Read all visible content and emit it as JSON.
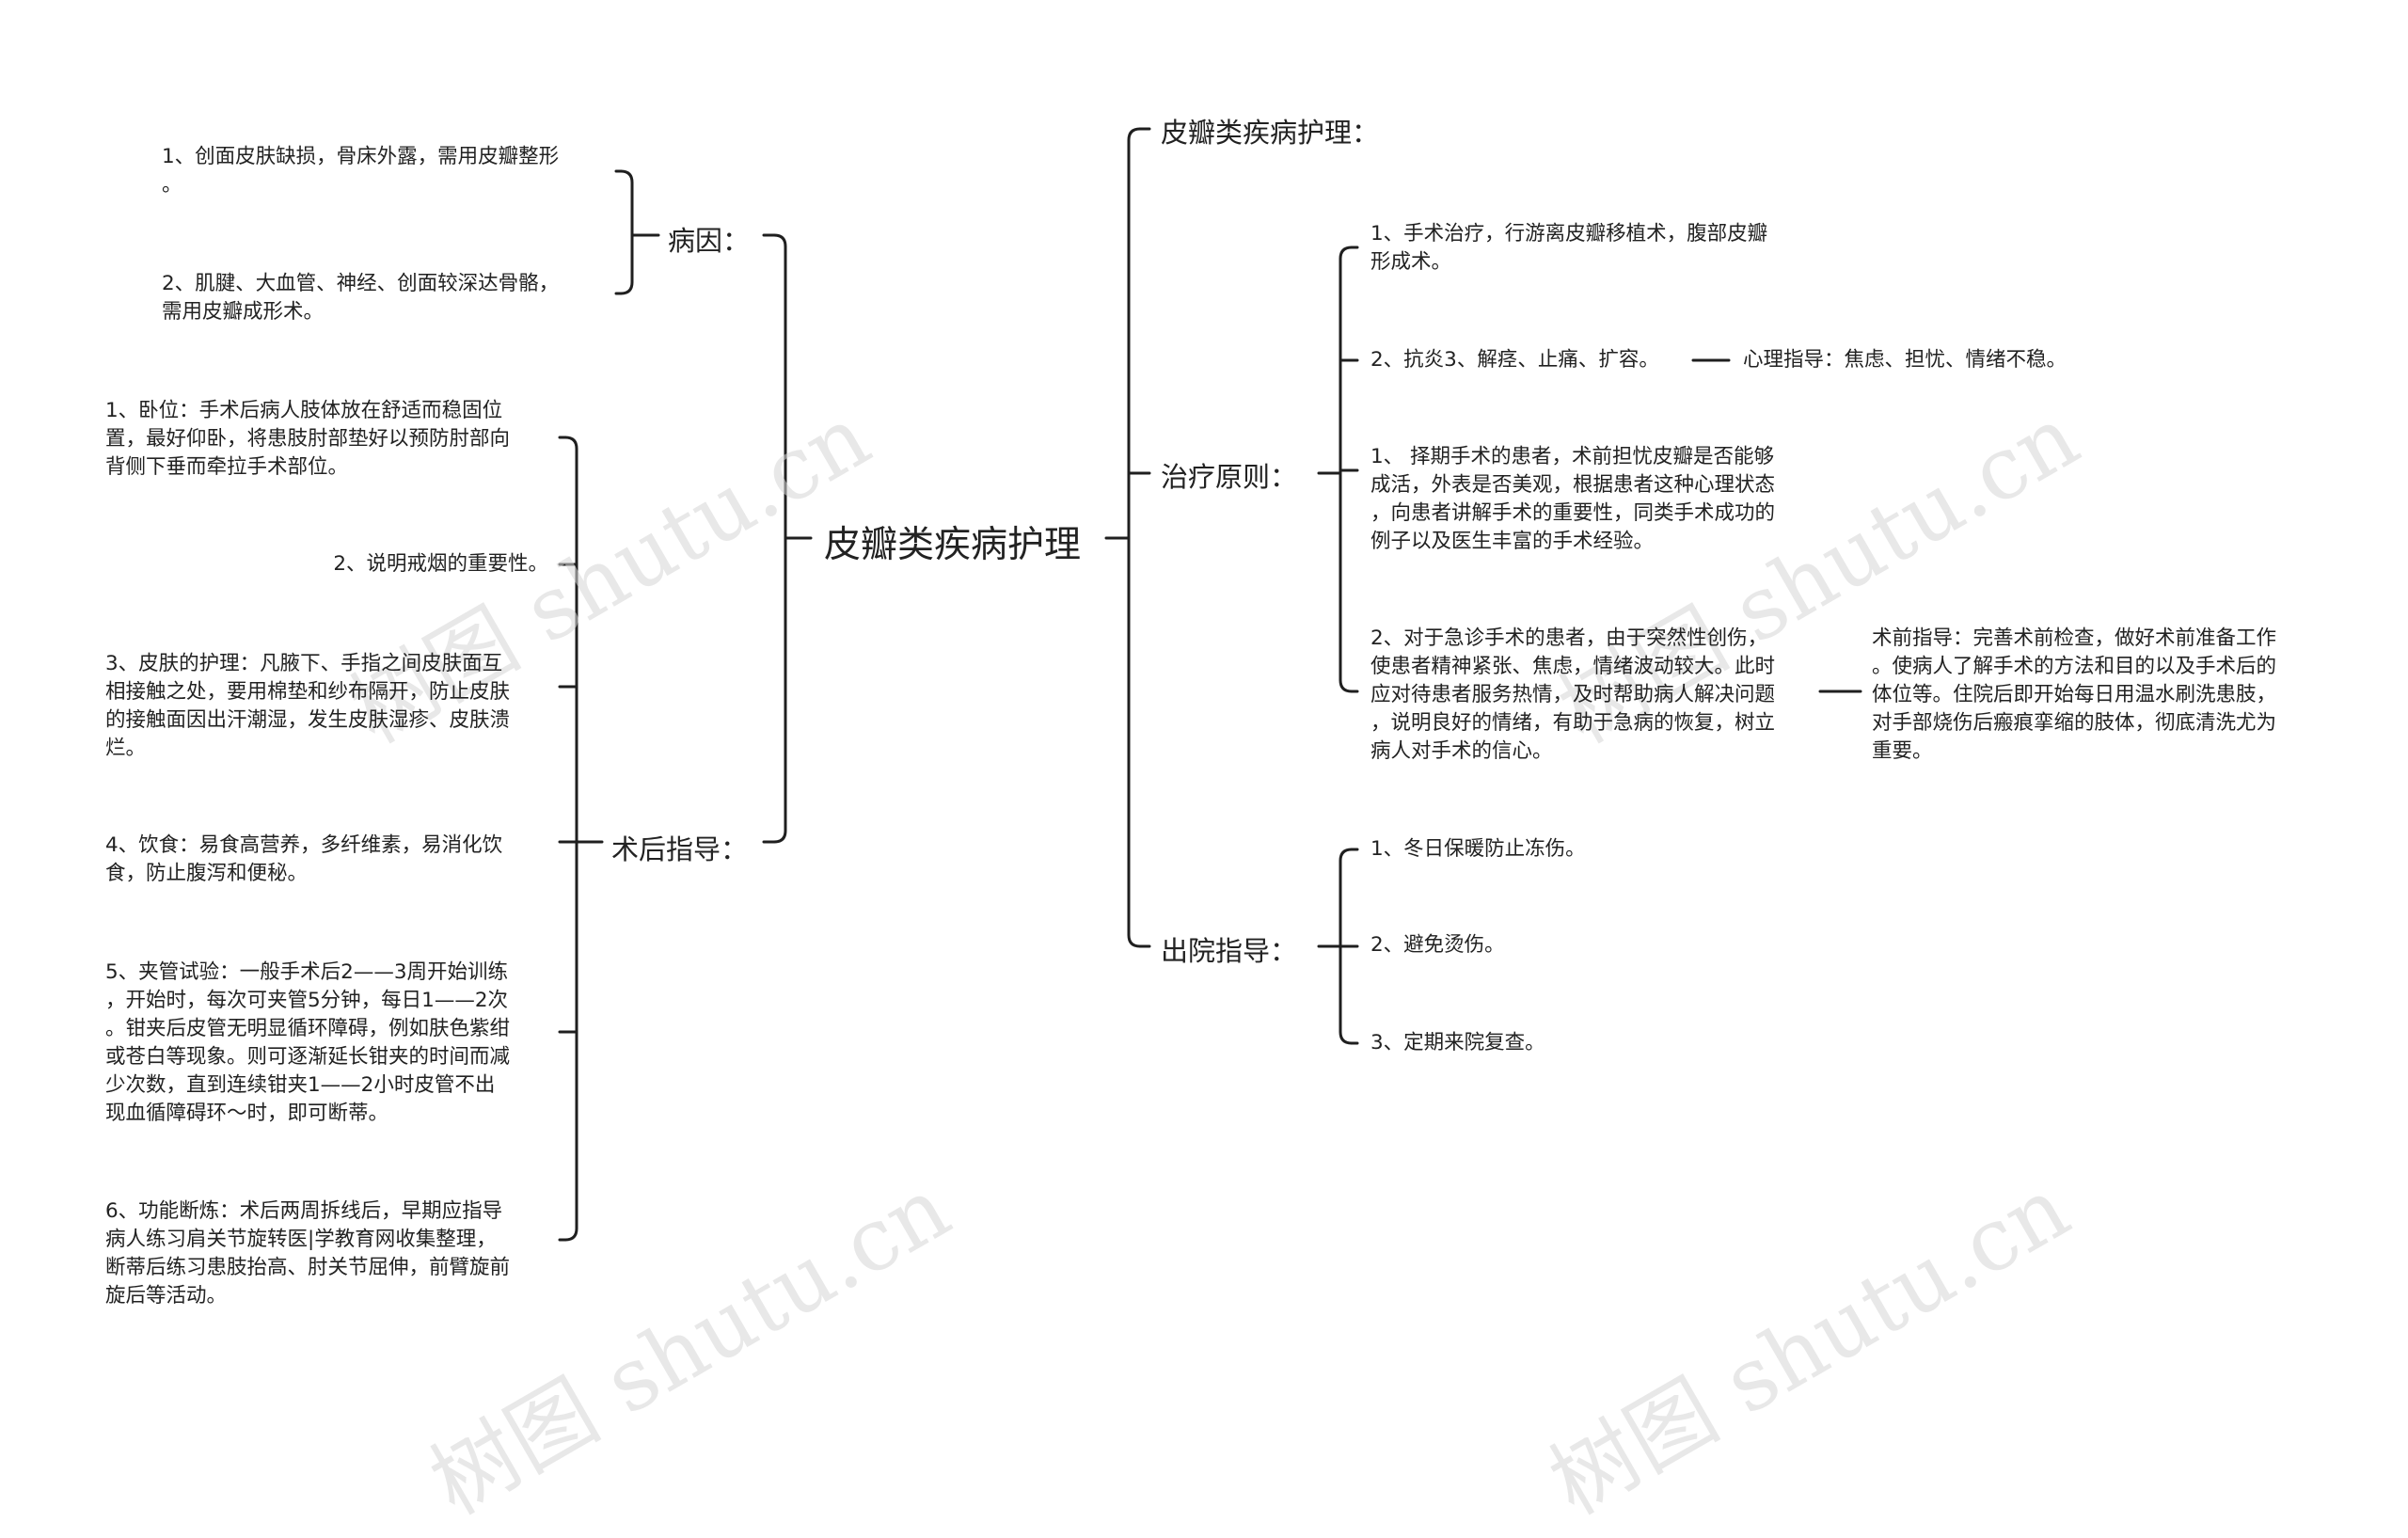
{
  "root": "皮瓣类疾病护理",
  "watermark": "树图 shutu.cn",
  "left": {
    "cause": {
      "title": "病因：",
      "items": [
        [
          "1、创面皮肤缺损，骨床外露，需用皮瓣整形",
          "。"
        ],
        [
          "2、肌腱、大血管、神经、创面较深达骨骼，",
          "需用皮瓣成形术。"
        ]
      ]
    },
    "post": {
      "title": "术后指导：",
      "items": [
        [
          "1、卧位：手术后病人肢体放在舒适而稳固位",
          "置，最好仰卧，将患肢肘部垫好以预防肘部向",
          "背侧下垂而牵拉手术部位。"
        ],
        [
          "2、说明戒烟的重要性。"
        ],
        [
          "3、皮肤的护理：凡腋下、手指之间皮肤面互",
          "相接触之处，要用棉垫和纱布隔开，防止皮肤",
          "的接触面因出汗潮湿，发生皮肤湿疹、皮肤溃",
          "烂。"
        ],
        [
          "4、饮食：易食高营养，多纤维素，易消化饮",
          "食，防止腹泻和便秘。"
        ],
        [
          "5、夹管试验：一般手术后2——3周开始训练",
          "，开始时，每次可夹管5分钟，每日1——2次",
          "。钳夹后皮管无明显循环障碍，例如肤色紫绀",
          "或苍白等现象。则可逐渐延长钳夹的时间而减",
          "少次数，直到连续钳夹1——2小时皮管不出",
          "现血循障碍环～时，即可断蒂。"
        ],
        [
          "6、功能断炼：术后两周拆线后，早期应指导",
          "病人练习肩关节旋转医|学教育网收集整理，",
          "断蒂后练习患肢抬高、肘关节屈伸，前臂旋前",
          "旋后等活动。"
        ]
      ]
    }
  },
  "right": {
    "nursing": {
      "title": "皮瓣类疾病护理："
    },
    "principle": {
      "title": "治疗原则：",
      "items": [
        [
          "1、手术治疗，行游离皮瓣移植术，腹部皮瓣",
          "形成术。"
        ],
        [
          "2、抗炎3、解痉、止痛、扩容。"
        ],
        [
          "1、 择期手术的患者，术前担忧皮瓣是否能够",
          "成活，外表是否美观，根据患者这种心理状态",
          "，向患者讲解手术的重要性，同类手术成功的",
          "例子以及医生丰富的手术经验。"
        ],
        [
          "2、对于急诊手术的患者，由于突然性创伤，",
          "使患者精神紧张、焦虑，情绪波动较大。此时",
          "应对待患者服务热情，及时帮助病人解决问题",
          "，说明良好的情绪，有助于急病的恢复，树立",
          "病人对手术的信心。"
        ]
      ],
      "psych": [
        "心理指导：焦虑、担忧、情绪不稳。"
      ],
      "preop": [
        "术前指导：完善术前检查，做好术前准备工作",
        "。使病人了解手术的方法和目的以及手术后的",
        "体位等。住院后即开始每日用温水刷洗患肢，",
        "对手部烧伤后瘢痕挛缩的肢体，彻底清洗尤为",
        "重要。"
      ]
    },
    "discharge": {
      "title": "出院指导：",
      "items": [
        [
          "1、冬日保暖防止冻伤。"
        ],
        [
          "2、避免烫伤。"
        ],
        [
          "3、定期来院复查。"
        ]
      ]
    }
  }
}
